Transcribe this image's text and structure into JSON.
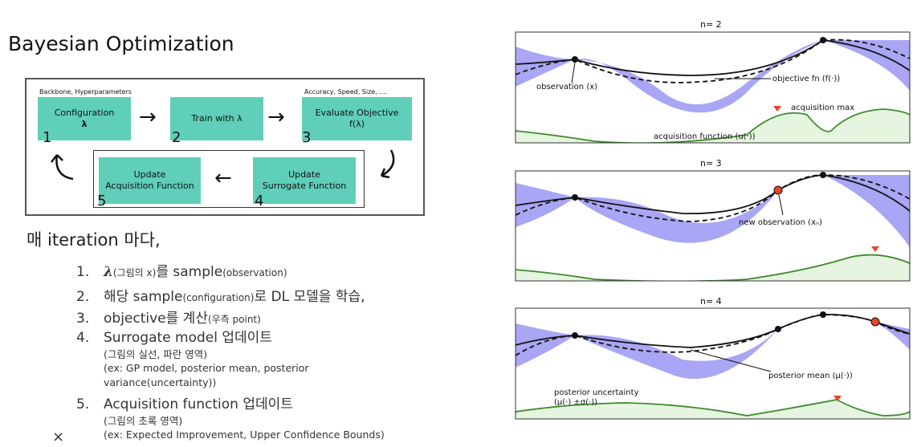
{
  "title": "Bayesian Optimization",
  "flow": {
    "top_left_note": "Backbone, Hyperparameters",
    "top_right_note": "Accuracy, Speed, Size, ....",
    "steps": [
      {
        "num": "1",
        "line1": "Configuration",
        "line2": "λ"
      },
      {
        "num": "2",
        "line1": "Train with λ",
        "line2": ""
      },
      {
        "num": "3",
        "line1": "Evaluate Objective",
        "line2": "f(λ)"
      },
      {
        "num": "4",
        "line1": "Update",
        "line2": "Surrogate Function"
      },
      {
        "num": "5",
        "line1": "Update",
        "line2": "Acquisition Function"
      }
    ],
    "colors": {
      "box": "#5fcfb9",
      "border": "#555555"
    }
  },
  "lead": "매 iteration 마다,",
  "items": [
    {
      "num": "1.",
      "parts": [
        "λ",
        "(그림의 x)",
        "를 ",
        "sample",
        "(observation)"
      ]
    },
    {
      "num": "2.",
      "parts": [
        "해당 sample",
        "(configuration)",
        "로 DL 모델을 학습,"
      ]
    },
    {
      "num": "3.",
      "parts": [
        "objective를 계산",
        "(우측 point)"
      ]
    },
    {
      "num": "4.",
      "text": "Surrogate model 업데이트",
      "sub": [
        "(그림의 실선, 파란 영역)",
        "(ex: GP model, posterior mean, posterior",
        "variance(uncertainty))"
      ]
    },
    {
      "num": "5.",
      "text": "Acquisition function 업데이트",
      "sub": [
        "(그림의 초록 영역)",
        "(ex: Expected Improvement, Upper Confidence Bounds)"
      ]
    }
  ],
  "close_mark": "×",
  "panels": [
    {
      "title": "n= 2",
      "labels": {
        "observation": "observation (x)",
        "objective": "objective fn (f(·))",
        "acq_max": "acquisition max",
        "acq_fn": "acquisition function (u(·))"
      }
    },
    {
      "title": "n= 3",
      "labels": {
        "new_obs": "new observation (xₙ)"
      }
    },
    {
      "title": "n= 4",
      "labels": {
        "post_mean": "posterior mean (μ(·))",
        "post_unc1": "posterior uncertainty",
        "post_unc2": "(μ(·) ±σ(·))"
      }
    }
  ],
  "plot_colors": {
    "uncertainty": "#a9a6f5",
    "acquisition_line": "#3c8a2c",
    "acquisition_fill": "#e5f5df",
    "new_point": "#e8452c",
    "marker": "#e8452c"
  }
}
